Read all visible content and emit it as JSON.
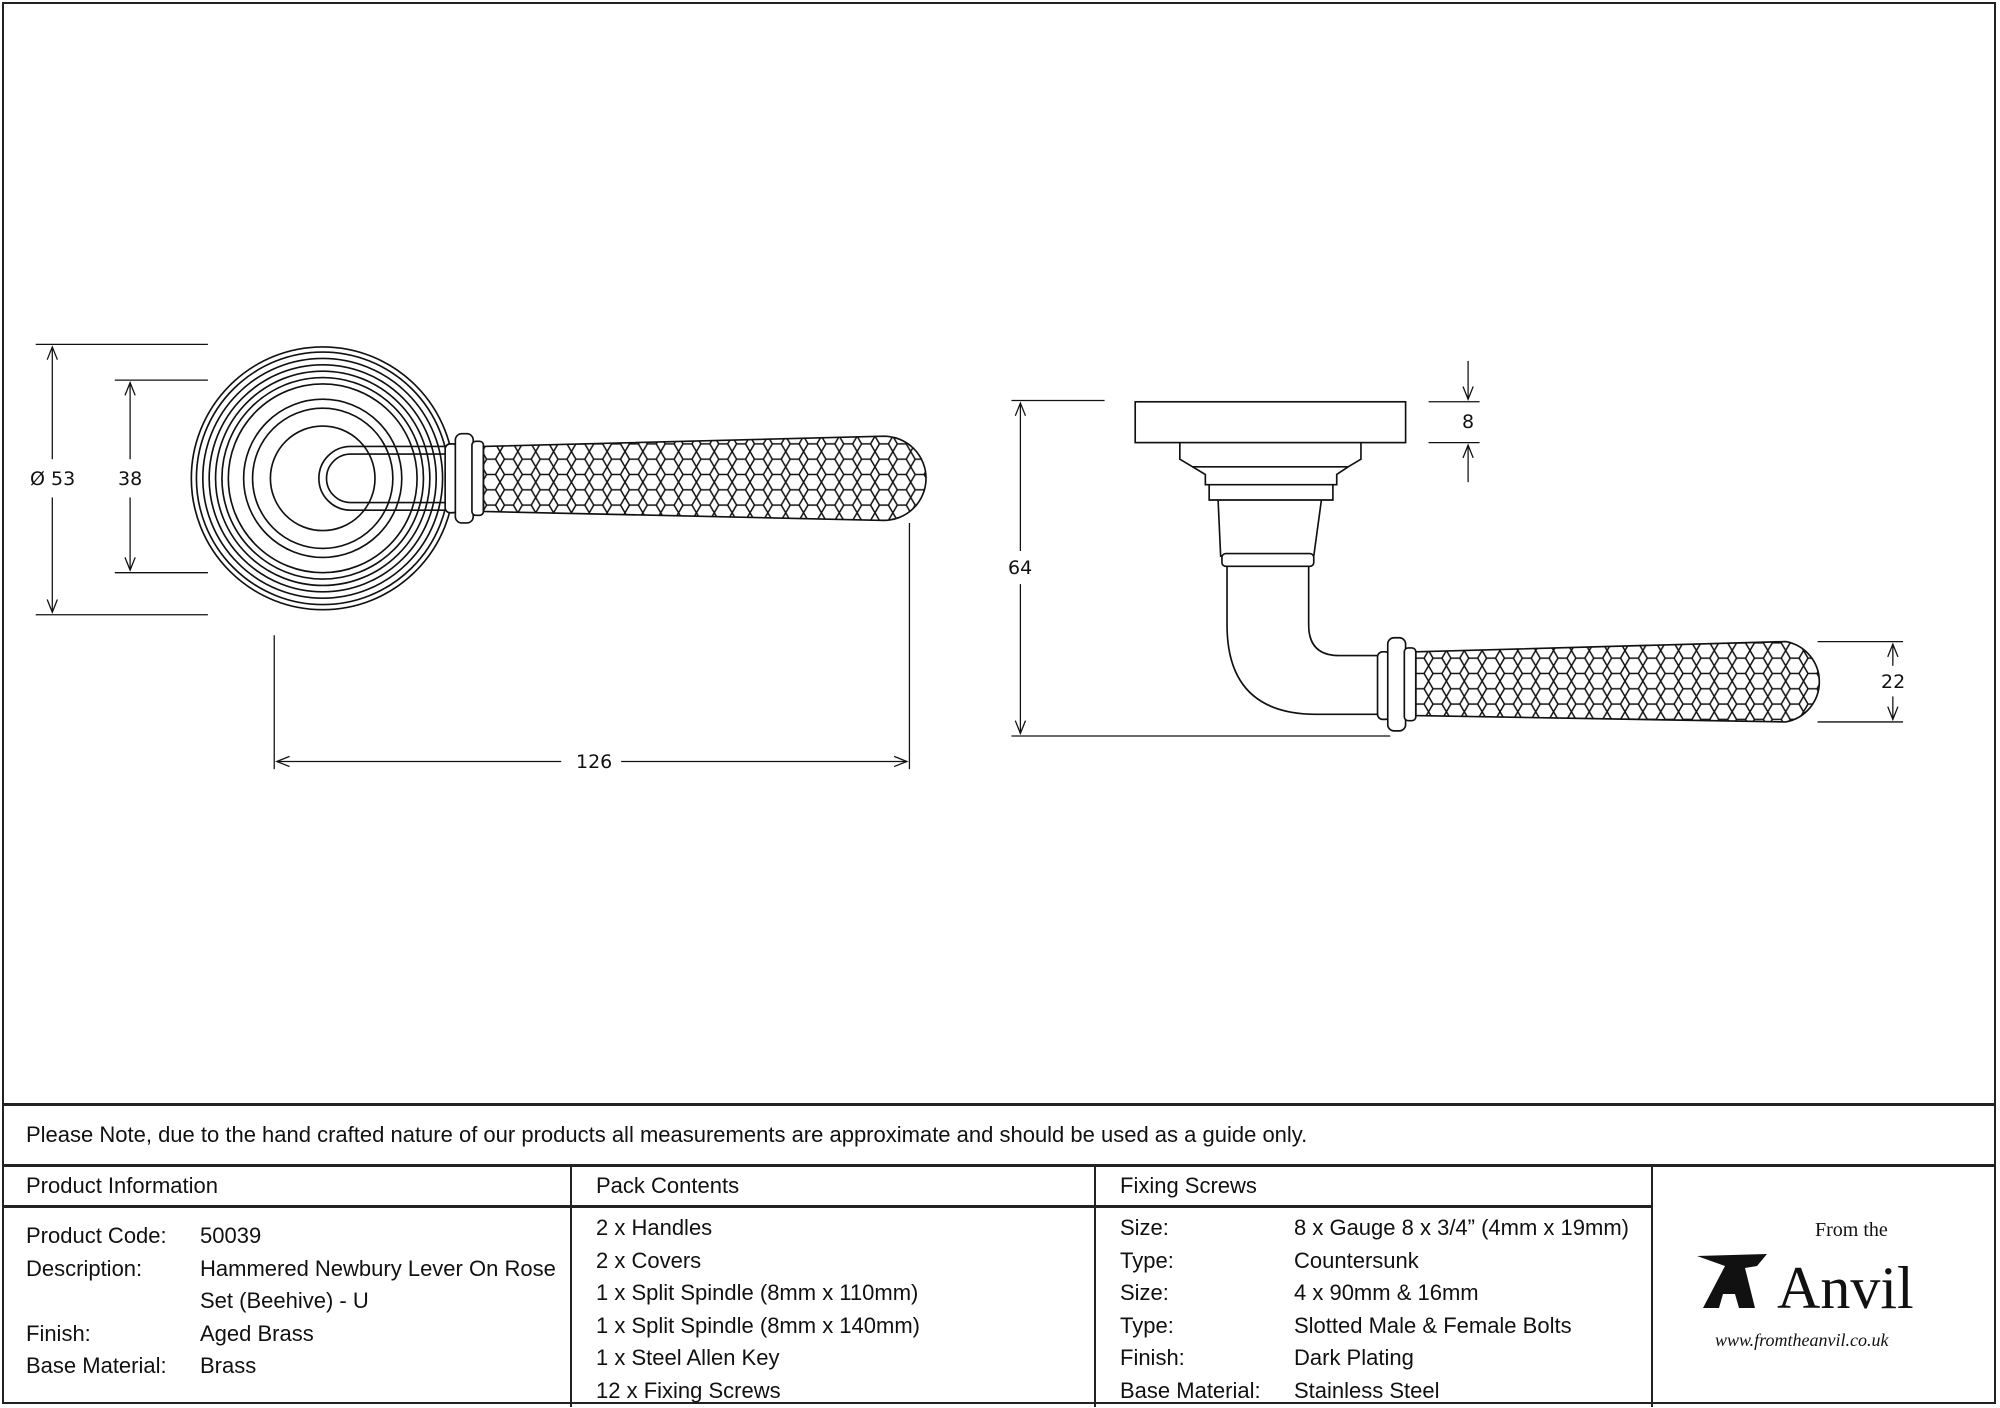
{
  "dimensions": {
    "rose_diameter": "Ø 53",
    "rose_inner": "38",
    "lever_length": "126",
    "projection": "64",
    "rose_thickness": "8",
    "grip_height": "22"
  },
  "note": "Please Note, due to the hand crafted nature of our products all measurements are approximate and should be used as a guide only.",
  "product_information": {
    "title": "Product Information",
    "rows": [
      {
        "label": "Product Code:",
        "value": "50039"
      },
      {
        "label": "Description:",
        "value": "Hammered Newbury Lever On Rose"
      },
      {
        "label": "",
        "value": "Set (Beehive) - U"
      },
      {
        "label": "Finish:",
        "value": "Aged Brass"
      },
      {
        "label": "Base Material:",
        "value": "Brass"
      }
    ]
  },
  "pack_contents": {
    "title": "Pack Contents",
    "items": [
      "2 x Handles",
      "2 x Covers",
      "1 x Split Spindle (8mm x 110mm)",
      "1 x Split Spindle (8mm x 140mm)",
      "1 x Steel Allen Key",
      "12 x Fixing Screws"
    ]
  },
  "fixing_screws": {
    "title": "Fixing Screws",
    "rows": [
      {
        "label": "Size:",
        "value": "8 x Gauge 8 x 3/4” (4mm x 19mm)"
      },
      {
        "label": "Type:",
        "value": "Countersunk"
      },
      {
        "label": "Size:",
        "value": "4 x 90mm & 16mm"
      },
      {
        "label": "Type:",
        "value": "Slotted Male & Female Bolts"
      },
      {
        "label": "Finish:",
        "value": "Dark Plating"
      },
      {
        "label": "Base Material:",
        "value": "Stainless Steel"
      }
    ]
  },
  "logo": {
    "from_the": "From the",
    "brand": "Anvil",
    "url": "www.fromtheanvil.co.uk"
  }
}
